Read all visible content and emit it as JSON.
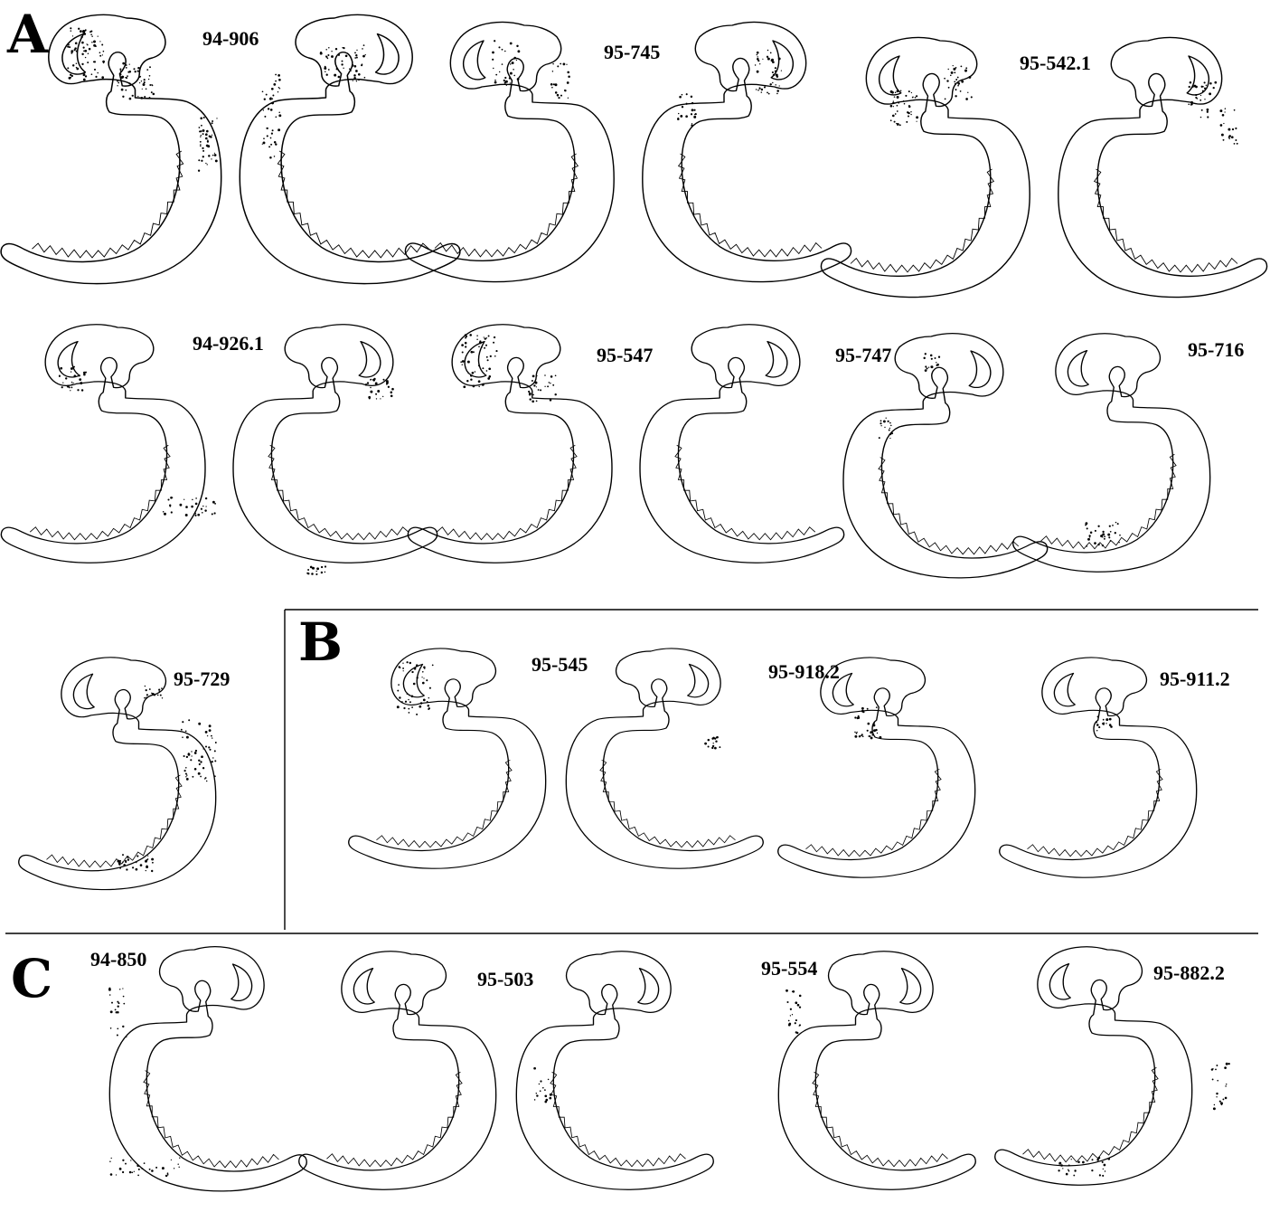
{
  "panels": {
    "A": {
      "letter": "A",
      "specimens": [
        "94-906",
        "95-745",
        "95-542.1",
        "94-926.1",
        "95-547",
        "95-747",
        "95-716",
        "95-729"
      ]
    },
    "B": {
      "letter": "B",
      "specimens": [
        "95-545",
        "95-918.2",
        "95-911.2"
      ]
    },
    "C": {
      "letter": "C",
      "specimens": [
        "94-850",
        "95-503",
        "95-554",
        "95-882.2"
      ]
    }
  },
  "colors": {
    "ink": "#000000",
    "background": "#ffffff"
  }
}
